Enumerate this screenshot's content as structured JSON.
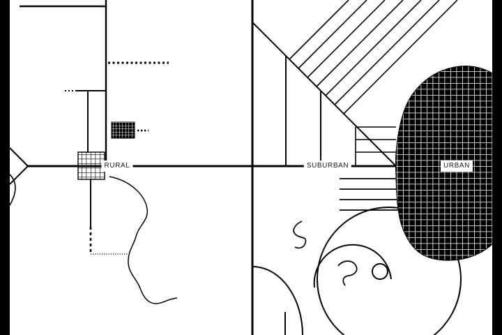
{
  "page": {
    "background_color": "#ffffff",
    "ink_color": "#000000"
  },
  "map": {
    "regions": [
      {
        "label": "RURAL"
      },
      {
        "label": "SUBURBAN"
      },
      {
        "label": "URBAN"
      }
    ]
  }
}
